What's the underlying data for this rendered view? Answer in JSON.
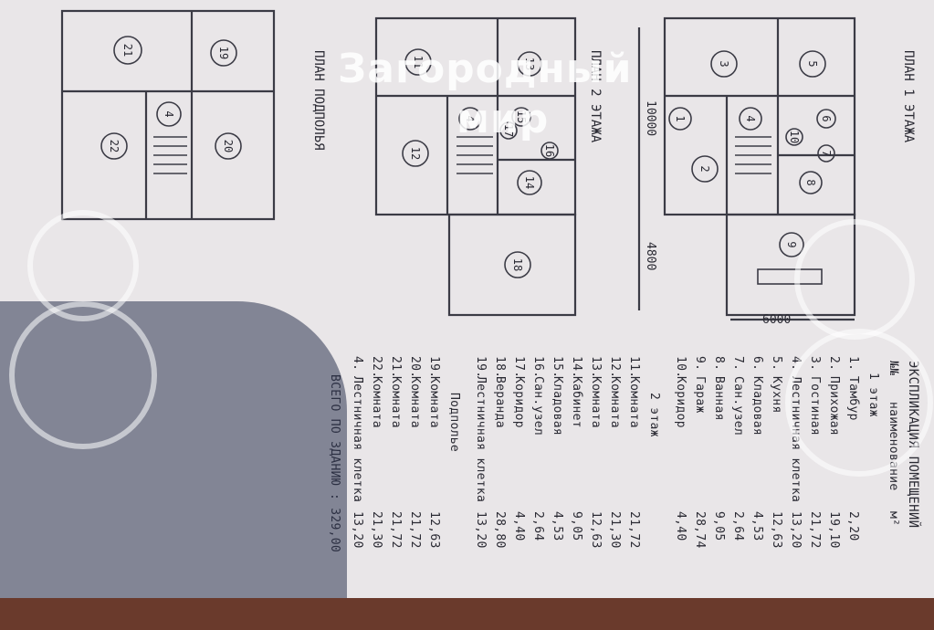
{
  "watermark": {
    "line1": "Загородный",
    "line2": "мир"
  },
  "plans": {
    "floor1_title": "ПЛАН 1 ЭТАЖА",
    "floor2_title": "ПЛАН 2 ЭТАЖА",
    "basement_title": "ПЛАН ПОДПОЛЬЯ",
    "dimensions": [
      "10000",
      "4800",
      "6000"
    ],
    "floor1_rooms": [
      "1",
      "2",
      "3",
      "4",
      "5",
      "6",
      "7",
      "8",
      "9",
      "10"
    ],
    "floor2_rooms": [
      "11",
      "12",
      "13",
      "4",
      "14",
      "15",
      "16",
      "17",
      "18"
    ],
    "basement_rooms": [
      "19",
      "20",
      "21",
      "22",
      "4"
    ]
  },
  "explication": {
    "title": "ЭКСПЛИКАЦИЯ ПОМЕЩЕНИЙ",
    "header_no": "№№",
    "header_name": "наименование",
    "header_area": "м²",
    "sections": [
      {
        "name": "1 этаж",
        "rows": [
          {
            "no": "1.",
            "name": "Тамбур",
            "area": "2,20"
          },
          {
            "no": "2.",
            "name": "Прихожая",
            "area": "19,10"
          },
          {
            "no": "3.",
            "name": "Гостиная",
            "area": "21,72"
          },
          {
            "no": "4.",
            "name": "Лестничная клетка",
            "area": "13,20"
          },
          {
            "no": "5.",
            "name": "Кухня",
            "area": "12,63"
          },
          {
            "no": "6.",
            "name": "Кладовая",
            "area": "4,53"
          },
          {
            "no": "7.",
            "name": "Сан.узел",
            "area": "2,64"
          },
          {
            "no": "8.",
            "name": "Ванная",
            "area": "9,05"
          },
          {
            "no": "9.",
            "name": "Гараж",
            "area": "28,74"
          },
          {
            "no": "10.",
            "name": "Коридор",
            "area": "4,40"
          }
        ]
      },
      {
        "name": "2 этаж",
        "rows": [
          {
            "no": "11.",
            "name": "Комната",
            "area": "21,72"
          },
          {
            "no": "12.",
            "name": "Комната",
            "area": "21,30"
          },
          {
            "no": "13.",
            "name": "Комната",
            "area": "12,63"
          },
          {
            "no": "14.",
            "name": "Кабинет",
            "area": "9,05"
          },
          {
            "no": "15.",
            "name": "Кладовая",
            "area": "4,53"
          },
          {
            "no": "16.",
            "name": "Сан.узел",
            "area": "2,64"
          },
          {
            "no": "17.",
            "name": "Коридор",
            "area": "4,40"
          },
          {
            "no": "18.",
            "name": "Веранда",
            "area": "28,80"
          },
          {
            "no": "19.",
            "name": "Лестничная клетка",
            "area": "13,20"
          }
        ]
      },
      {
        "name": "Подполье",
        "rows": [
          {
            "no": "19.",
            "name": "Комната",
            "area": "12,63"
          },
          {
            "no": "20.",
            "name": "Комната",
            "area": "21,72"
          },
          {
            "no": "21.",
            "name": "Комната",
            "area": "21,72"
          },
          {
            "no": "22.",
            "name": "Комната",
            "area": "21,30"
          },
          {
            "no": "4.",
            "name": "Лестничная клетка",
            "area": "13,20"
          }
        ]
      }
    ],
    "total": "ВСЕГО ПО ЗДАНИЮ : 329,00"
  }
}
